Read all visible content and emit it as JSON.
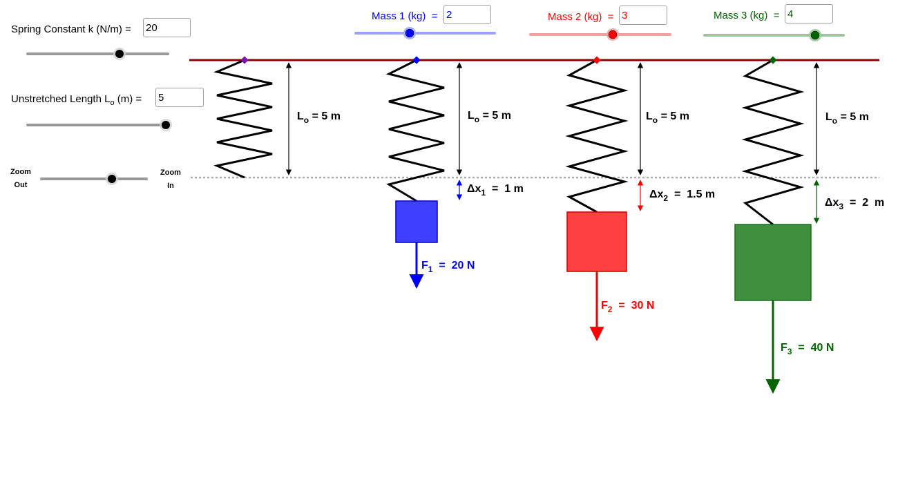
{
  "controls": {
    "k": {
      "label": "Spring Constant k (N/m)",
      "eq": "=",
      "value": "20",
      "slider_fraction": 0.66
    },
    "L0": {
      "label_main": "Unstretched Length L",
      "label_sub": "o",
      "label_unit": " (m)",
      "eq": "=",
      "value": "5",
      "slider_fraction": 1.0
    },
    "zoom": {
      "out_line1": "Zoom",
      "out_line2": "Out",
      "in_line1": "Zoom",
      "in_line2": "In",
      "slider_fraction": 0.66
    },
    "mass1": {
      "label": "Mass 1 (kg)",
      "eq": "=",
      "value": "2",
      "color": "#0000ff",
      "slider_fraction": 0.39
    },
    "mass2": {
      "label": "Mass 2 (kg)",
      "eq": "=",
      "value": "3",
      "color": "#ff0000",
      "slider_fraction": 0.59
    },
    "mass3": {
      "label": "Mass 3 (kg)",
      "eq": "=",
      "value": "4",
      "color": "#006400",
      "slider_fraction": 0.79
    }
  },
  "annotations": {
    "L0": {
      "base": "L",
      "sub": "o",
      "text": " = 5 m"
    },
    "dx1": {
      "base": "Δx",
      "sub": "1",
      "text": "  =  1 m"
    },
    "dx2": {
      "base": "Δx",
      "sub": "2",
      "text": "  =  1.5 m"
    },
    "dx3": {
      "base": "Δx",
      "sub": "3",
      "text": "  =  2  m"
    },
    "F1": {
      "base": "F",
      "sub": "1",
      "text": "  =  20 N"
    },
    "F2": {
      "base": "F",
      "sub": "2",
      "text": "  =  30 N"
    },
    "F3": {
      "base": "F",
      "sub": "3",
      "text": "  =  40 N"
    }
  },
  "colors": {
    "ceiling": "#8b0000",
    "ref_spring_anchor": "#7b16a8",
    "mass1_fill": "#3f3fff",
    "mass1_stroke": "#0000cc",
    "mass1": "#0000ff",
    "mass2_fill": "#ff4040",
    "mass2_stroke": "#cc0000",
    "mass2": "#ff0000",
    "mass3_fill": "#3f8f3f",
    "mass3_stroke": "#1f6b1f",
    "mass3": "#006400"
  }
}
